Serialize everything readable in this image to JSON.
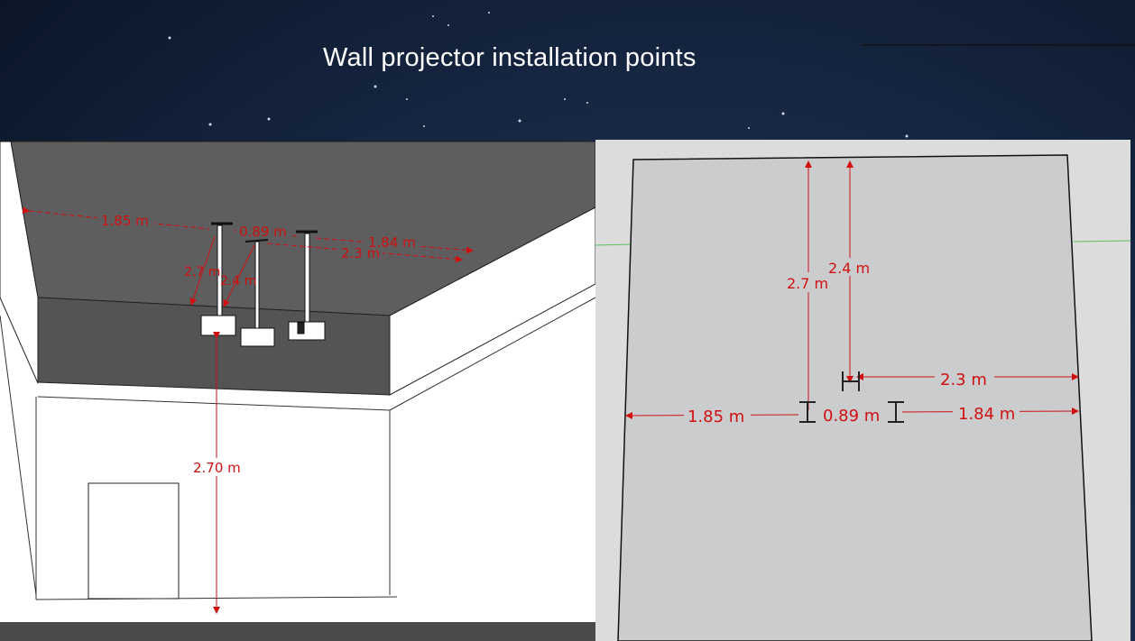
{
  "slide": {
    "title": "Wall projector installation points"
  },
  "left_view": {
    "labels": {
      "left_gap": "1.85 m",
      "between": "0.89 m",
      "right_gap": "1.84 m",
      "right_gap_2": "2.3 m",
      "depth_1": "2.7 m",
      "depth_2": "2.4 m",
      "height": "2.70 m"
    }
  },
  "right_view": {
    "labels": {
      "depth_1": "2.7 m",
      "depth_2": "2.4 m",
      "right_gap_2": "2.3 m",
      "left_gap": "1.85 m",
      "between": "0.89 m",
      "right_gap": "1.84 m"
    }
  },
  "colors": {
    "dimension": "#d01010",
    "ceiling": "#5e5e5e",
    "wall_plan": "#cbccce"
  }
}
